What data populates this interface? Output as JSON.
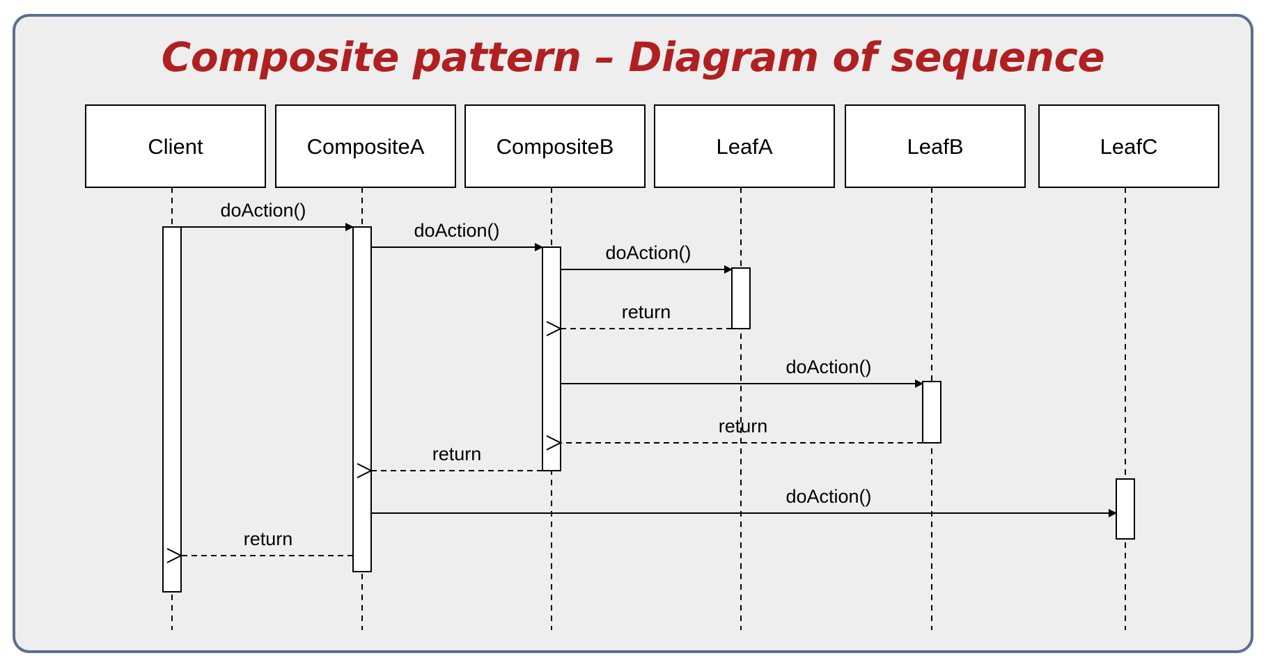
{
  "title": "Composite pattern – Diagram of sequence",
  "colors": {
    "title": "#b02020",
    "frame_border": "#5b6f8e",
    "frame_bg": "#eeeeee"
  },
  "participants": [
    {
      "id": "client",
      "label": "Client"
    },
    {
      "id": "compositeA",
      "label": "CompositeA"
    },
    {
      "id": "compositeB",
      "label": "CompositeB"
    },
    {
      "id": "leafA",
      "label": "LeafA"
    },
    {
      "id": "leafB",
      "label": "LeafB"
    },
    {
      "id": "leafC",
      "label": "LeafC"
    }
  ],
  "messages": [
    {
      "from": "client",
      "to": "compositeA",
      "label": "doAction()",
      "kind": "call"
    },
    {
      "from": "compositeA",
      "to": "compositeB",
      "label": "doAction()",
      "kind": "call"
    },
    {
      "from": "compositeB",
      "to": "leafA",
      "label": "doAction()",
      "kind": "call"
    },
    {
      "from": "leafA",
      "to": "compositeB",
      "label": "return",
      "kind": "return"
    },
    {
      "from": "compositeB",
      "to": "leafB",
      "label": "doAction()",
      "kind": "call"
    },
    {
      "from": "leafB",
      "to": "compositeB",
      "label": "return",
      "kind": "return"
    },
    {
      "from": "compositeB",
      "to": "compositeA",
      "label": "return",
      "kind": "return"
    },
    {
      "from": "compositeA",
      "to": "leafC",
      "label": "doAction()",
      "kind": "call"
    },
    {
      "from": "compositeA",
      "to": "client",
      "label": "return",
      "kind": "return"
    }
  ]
}
